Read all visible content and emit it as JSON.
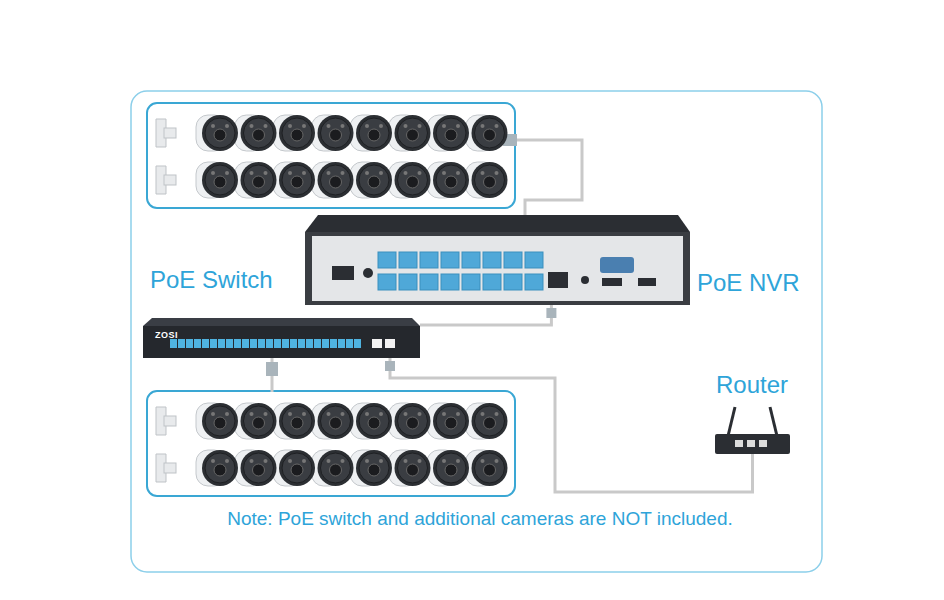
{
  "diagram": {
    "nodes": [
      {
        "text": [
          "PoE NVR"
        ]
      },
      {
        "text": [
          "PoE Switch",
          "ZOSI"
        ]
      },
      {
        "text": [
          "Router"
        ]
      }
    ],
    "edges": [
      {
        "from": 0,
        "to": 1,
        "arrow": "none"
      },
      {
        "from": 1,
        "to": 2,
        "arrow": "none"
      }
    ],
    "labels": [
      "Note: PoE switch and additional cameras are NOT included."
    ]
  }
}
